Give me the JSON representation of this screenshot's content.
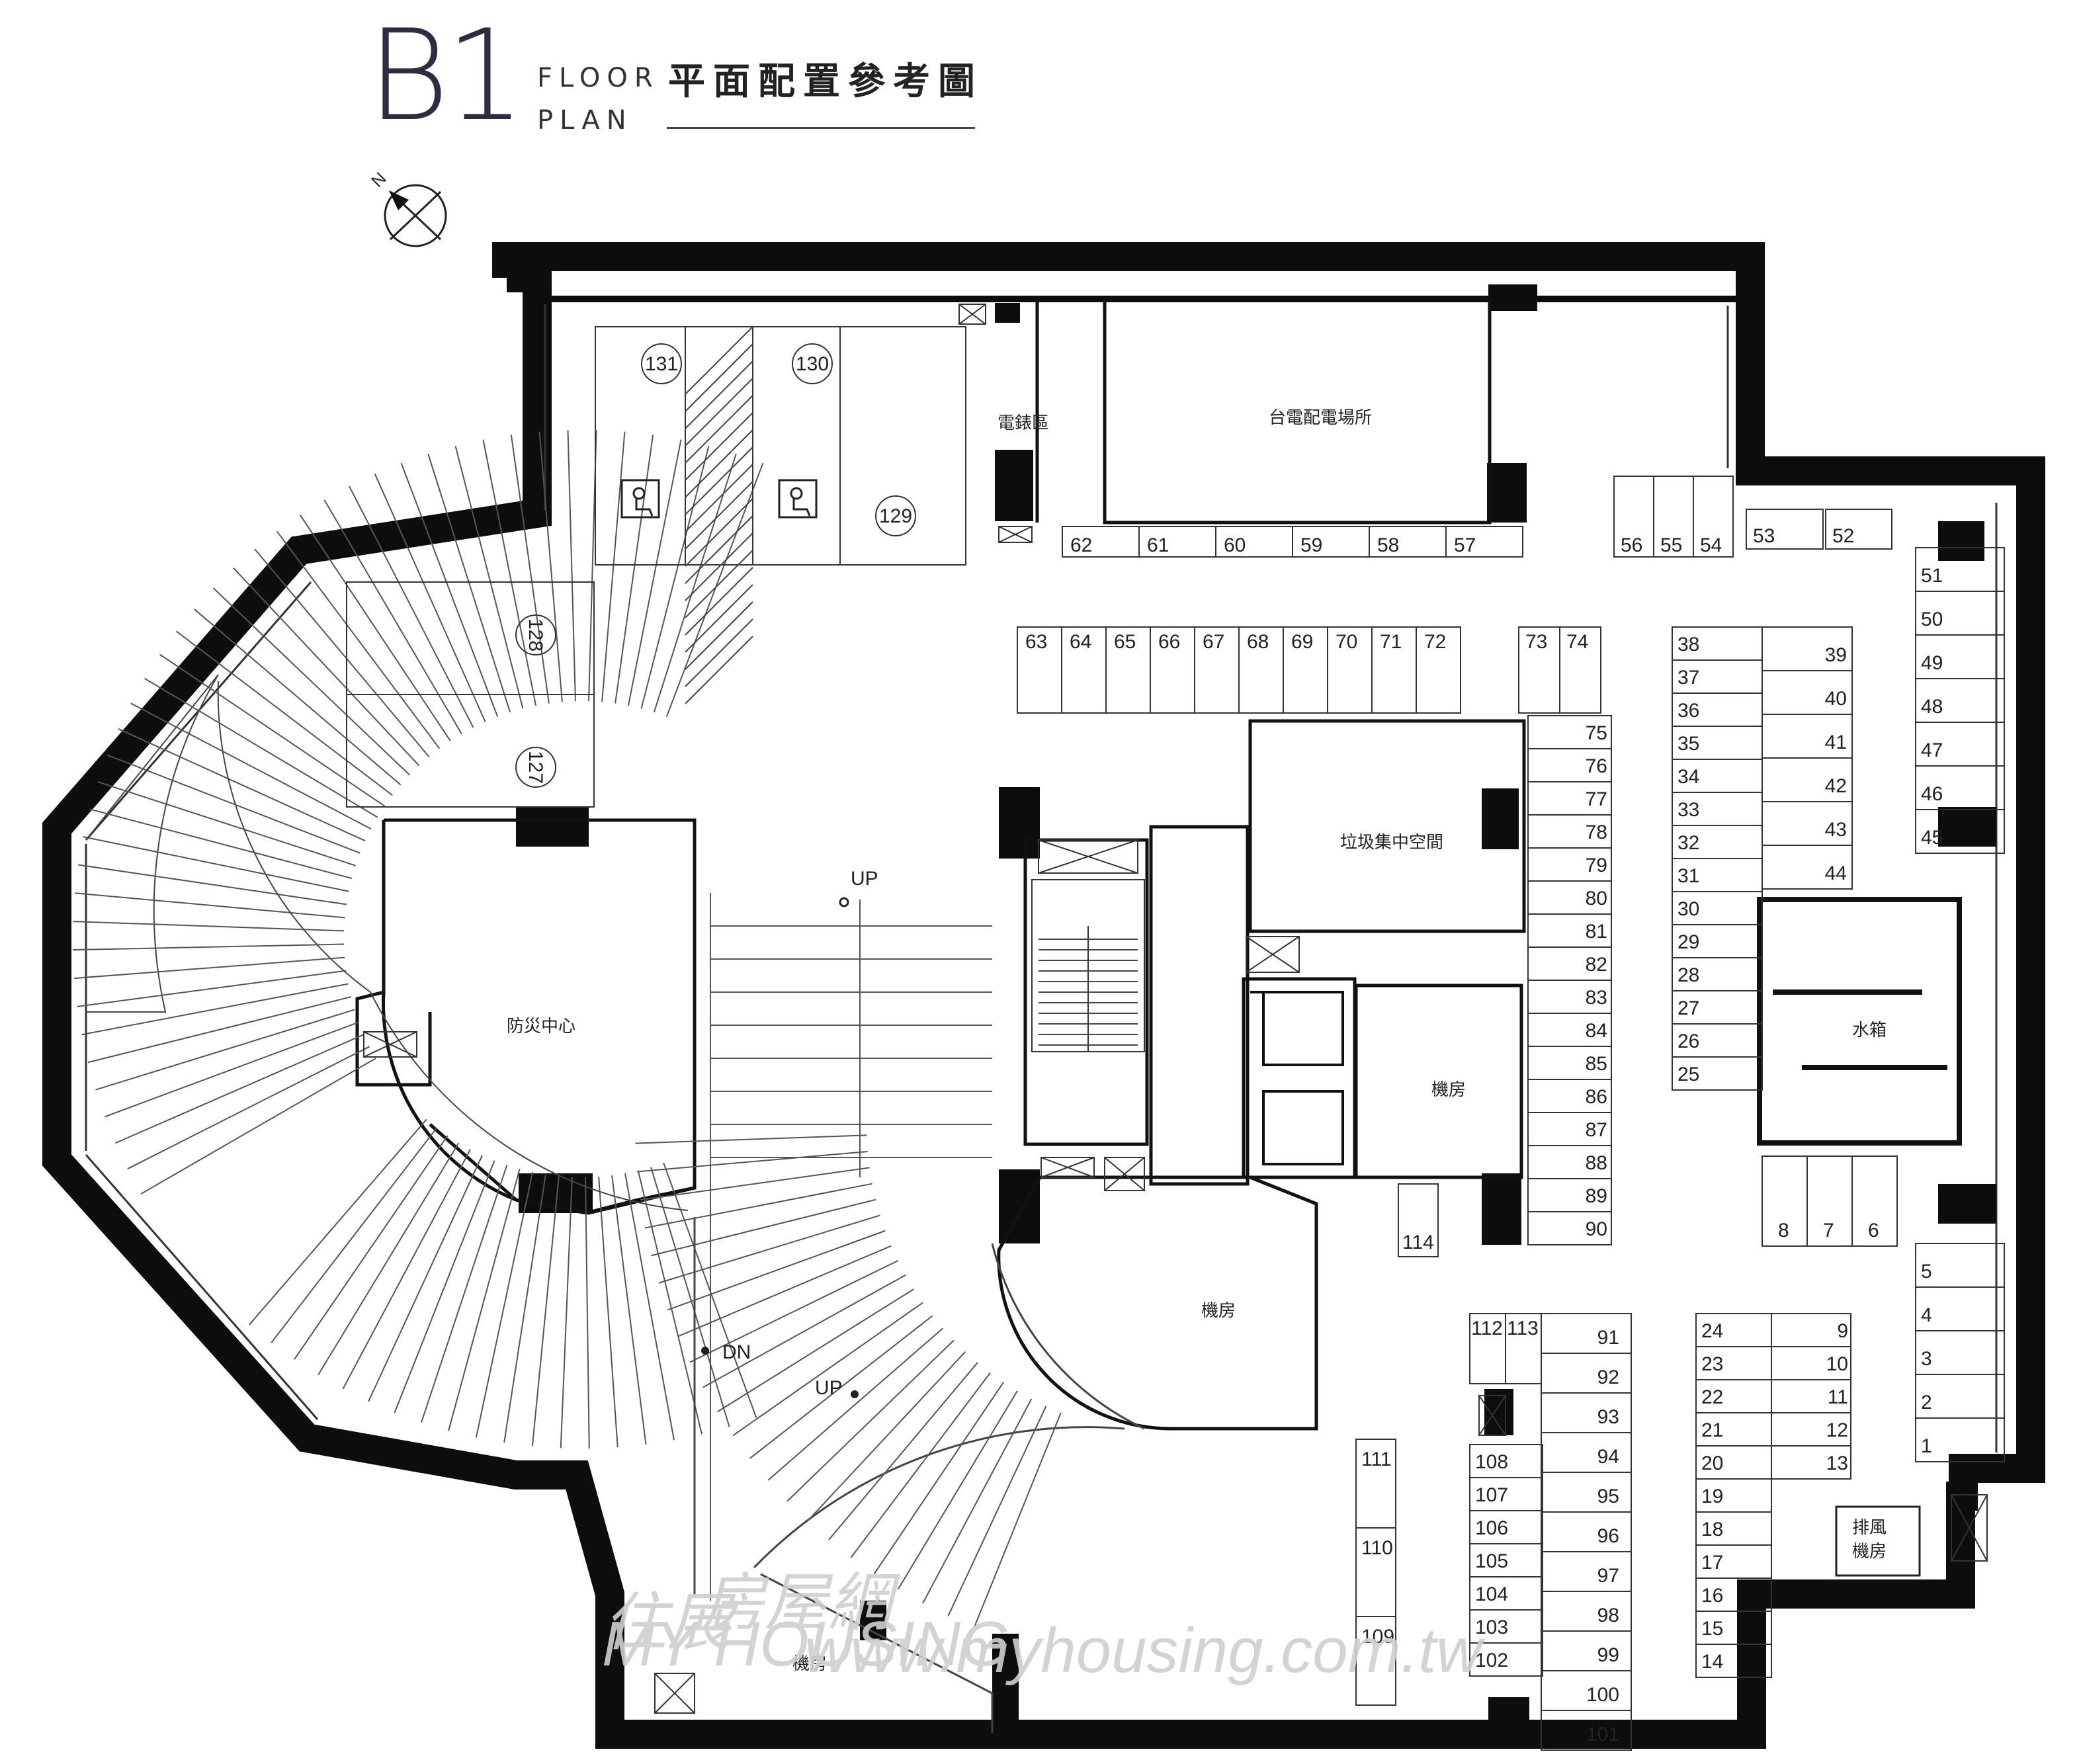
{
  "header": {
    "level": "B1",
    "floor": "FLOOR",
    "plan": "PLAN",
    "title_zh": "平面配置參考圖"
  },
  "compass": {
    "letter": "N"
  },
  "rooms": {
    "meter": "電錶區",
    "taipower": "台電配電場所",
    "trash": "垃圾集中空間",
    "disaster": "防災中心",
    "water_tank": "水箱",
    "machine_a": "機房",
    "machine_b": "機房",
    "machine_c": "機房",
    "exhaust_1": "排風",
    "exhaust_2": "機房"
  },
  "ramp_labels": {
    "up_top": "UP",
    "dn": "DN",
    "up_mid": "UP"
  },
  "parking": {
    "slots_top": [
      "62",
      "61",
      "60",
      "59",
      "58",
      "57"
    ],
    "slots_ne": [
      "56",
      "55",
      "54",
      "53",
      "52"
    ],
    "slots_east": [
      "51",
      "50",
      "49",
      "48",
      "47",
      "46",
      "45"
    ],
    "slots_row2": [
      "63",
      "64",
      "65",
      "66",
      "67",
      "68",
      "69",
      "70",
      "71",
      "72",
      "73",
      "74"
    ],
    "slots_col75": [
      "75",
      "76",
      "77",
      "78",
      "79",
      "80",
      "81",
      "82",
      "83",
      "84",
      "85",
      "86",
      "87",
      "88",
      "89",
      "90"
    ],
    "slots_left38": [
      "38",
      "37",
      "36",
      "35",
      "34",
      "33",
      "32",
      "31",
      "30",
      "29",
      "28",
      "27",
      "26",
      "25"
    ],
    "slots_right39": [
      "39",
      "40",
      "41",
      "42",
      "43",
      "44"
    ],
    "slots_8": [
      "8",
      "7",
      "6"
    ],
    "slots_east2": [
      "5",
      "4",
      "3",
      "2",
      "1"
    ],
    "slots_24": [
      "24",
      "23",
      "22",
      "21",
      "20",
      "19",
      "18",
      "17",
      "16",
      "15",
      "14"
    ],
    "slots_9": [
      "9",
      "10",
      "11",
      "12",
      "13"
    ],
    "slots_91": [
      "91",
      "92",
      "93",
      "94",
      "95",
      "96",
      "97",
      "98",
      "99",
      "100",
      "101"
    ],
    "slots_108": [
      "112",
      "113",
      "108",
      "107",
      "106",
      "105",
      "104",
      "103",
      "102"
    ],
    "slots_111": [
      "111",
      "110",
      "109"
    ],
    "slot_114": "114",
    "circled": [
      "131",
      "130",
      "129",
      "128",
      "127"
    ]
  },
  "watermark": {
    "brand_zh": "住展",
    "brand_sub": "房屋網",
    "brand_en": "MY HOUSING",
    "url": "www.myhousing.com.tw"
  }
}
